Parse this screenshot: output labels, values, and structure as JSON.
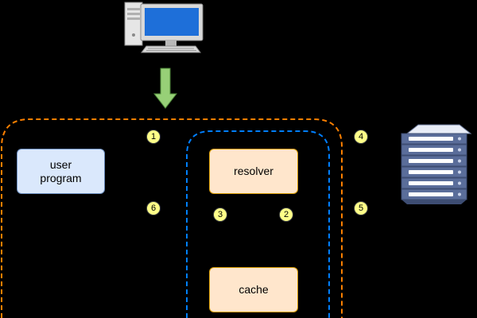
{
  "nodes": {
    "user_program": "user\nprogram",
    "resolver": "resolver",
    "cache": "cache"
  },
  "steps": [
    "1",
    "2",
    "3",
    "4",
    "5",
    "6"
  ],
  "icons": {
    "client": "desktop-computer-icon",
    "dns_server": "server-rack-icon",
    "arrow": "down-arrow-icon"
  },
  "colors": {
    "background": "#000000",
    "outer_boundary": "#ff8000",
    "inner_boundary": "#007fff",
    "user_program_fill": "#dae8fc",
    "resolver_fill": "#ffe6cc",
    "cache_fill": "#ffe6cc",
    "badge_fill": "#ffff88",
    "arrow_fill": "#97d077"
  }
}
